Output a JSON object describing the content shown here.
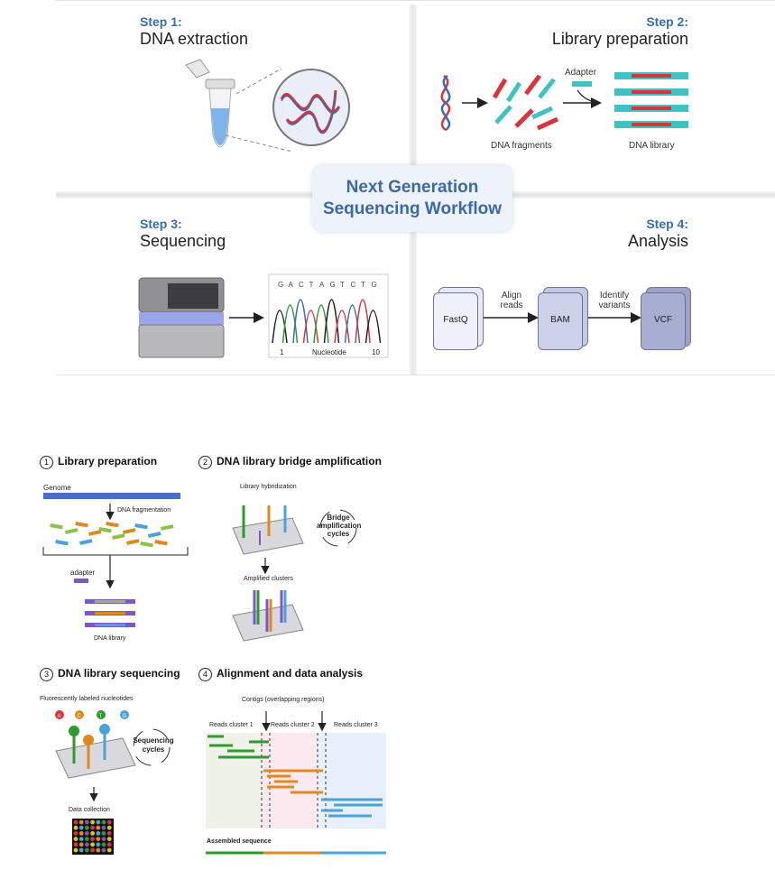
{
  "workflow": {
    "center_title_line1": "Next Generation",
    "center_title_line2": "Sequencing Workflow",
    "step1": {
      "label": "Step 1:",
      "title": "DNA extraction"
    },
    "step2": {
      "label": "Step 2:",
      "title": "Library preparation",
      "adapter": "Adapter",
      "fragments": "DNA fragments",
      "library": "DNA library"
    },
    "step3": {
      "label": "Step 3:",
      "title": "Sequencing",
      "bases": [
        "G",
        "A",
        "C",
        "T",
        "A",
        "G",
        "T",
        "C",
        "T",
        "G"
      ],
      "axis_start": "1",
      "axis_label": "Nucleotide",
      "axis_end": "10"
    },
    "step4": {
      "label": "Step 4:",
      "title": "Analysis",
      "file1": "FastQ",
      "file2": "BAM",
      "file3": "VCF",
      "arrow1": "Align reads",
      "arrow1_l1": "Align",
      "arrow1_l2": "reads",
      "arrow2_l1": "Identify",
      "arrow2_l2": "variants"
    }
  },
  "illumina": {
    "s1": {
      "num": "1",
      "title": "Library preparation",
      "genome": "Genome",
      "fragmentation": "DNA fragmentation",
      "adapter": "adapter",
      "library": "DNA library"
    },
    "s2": {
      "num": "2",
      "title": "DNA library bridge amplification",
      "hybridization": "Library hybridization",
      "cycles_l1": "Bridge",
      "cycles_l2": "amplification",
      "cycles_l3": "cycles",
      "clusters": "Amplified clusters"
    },
    "s3": {
      "num": "3",
      "title": "DNA library sequencing",
      "nucleotides": "Fluorescently labeled nucleotides",
      "bases": [
        "A",
        "C",
        "T",
        "G"
      ],
      "cycles_l1": "Sequencing",
      "cycles_l2": "cycles",
      "collection": "Data collection"
    },
    "s4": {
      "num": "4",
      "title": "Alignment and data analysis",
      "contigs": "Contigs (overlapping regions)",
      "cluster1": "Reads cluster 1",
      "cluster2": "Reads cluster 2",
      "cluster3": "Reads cluster 3",
      "assembled": "Assembled sequence"
    }
  },
  "colors": {
    "accent": "#3a6bb5",
    "green": "#2e9a2e",
    "orange": "#e08a1e",
    "blue": "#4aa3d6",
    "red": "#d9343b",
    "teal": "#3fc2c2"
  }
}
